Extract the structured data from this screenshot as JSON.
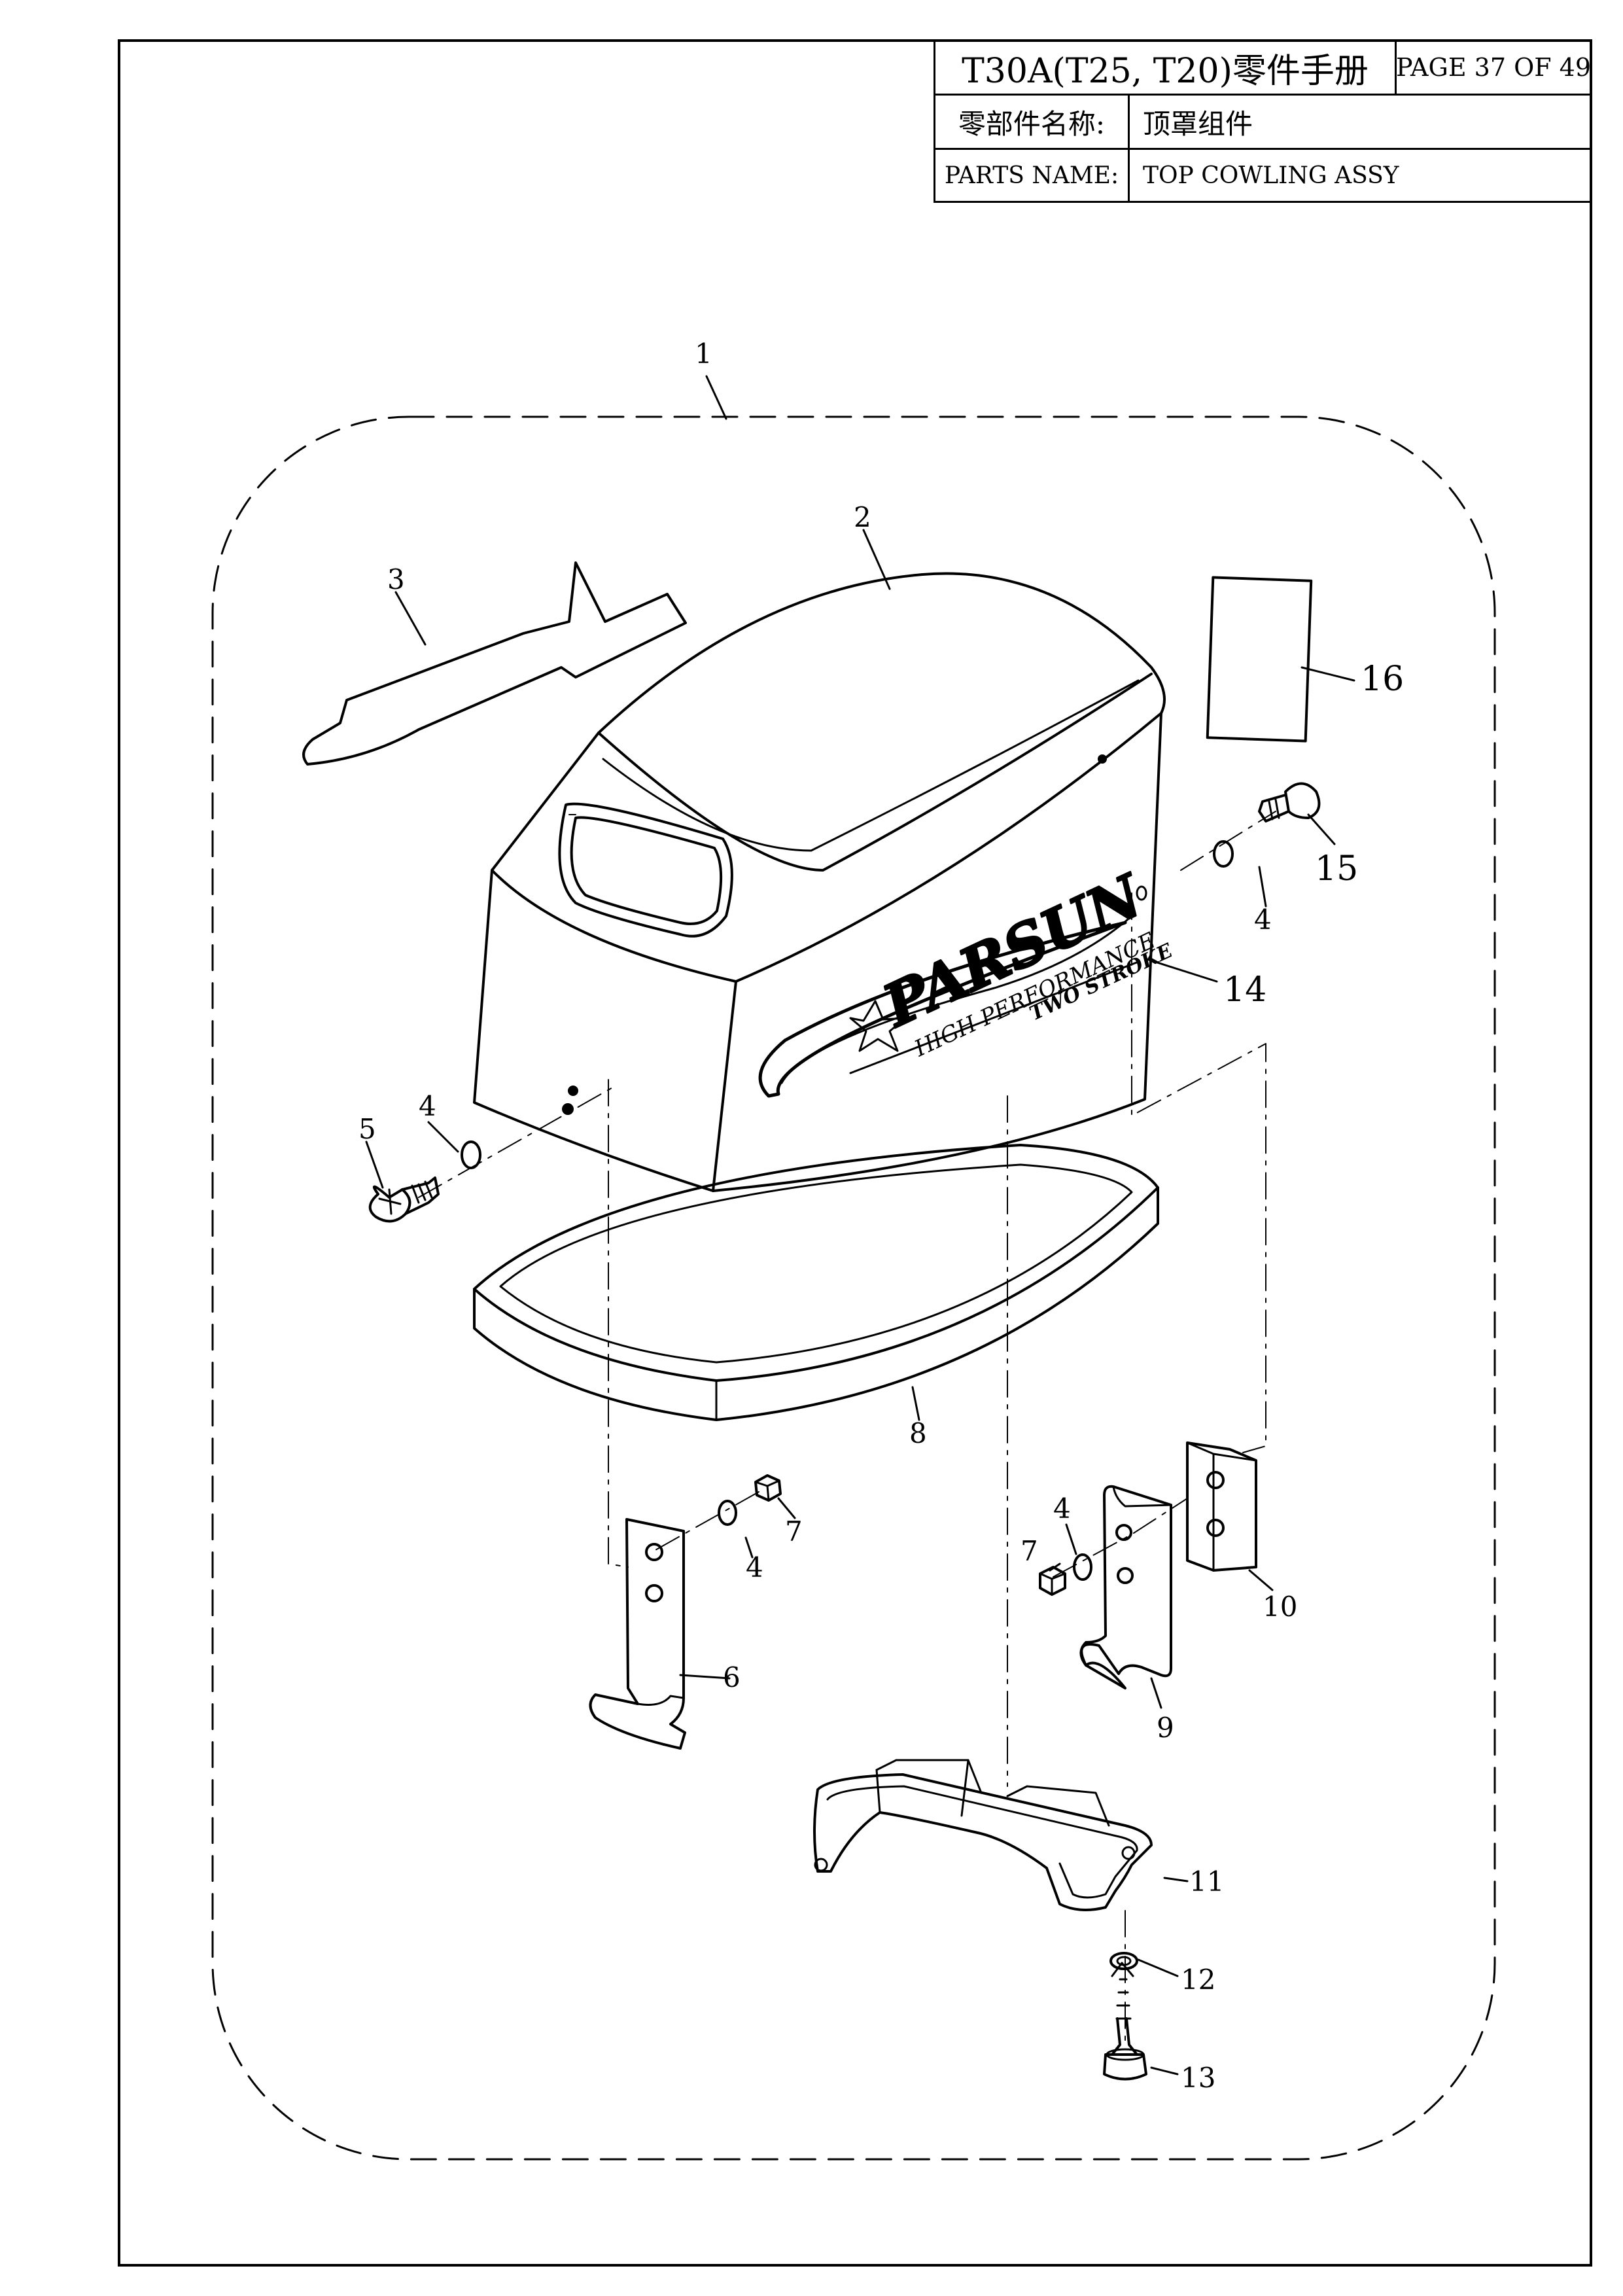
{
  "title_block": {
    "title": "T30A(T25, T20)零件手册",
    "page": "PAGE 37 OF 49",
    "cn_name_label": "零部件名称:",
    "cn_name_value": "顶罩组件",
    "en_name_label": "PARTS NAME:",
    "en_name_value": "TOP COWLING ASSY"
  },
  "logo": {
    "brand": "PARSUN",
    "tagline": "HIGH PERFORMANCE",
    "subtitle": "TWO STROKE"
  },
  "callouts": {
    "c1": "1",
    "c2": "2",
    "c3": "3",
    "c4a": "4",
    "c4b": "4",
    "c4c": "4",
    "c4d": "4",
    "c5": "5",
    "c6": "6",
    "c7a": "7",
    "c7b": "7",
    "c8": "8",
    "c9": "9",
    "c10": "10",
    "c11": "11",
    "c12": "12",
    "c13": "13",
    "c14": "14",
    "c15": "15",
    "c16": "16"
  }
}
